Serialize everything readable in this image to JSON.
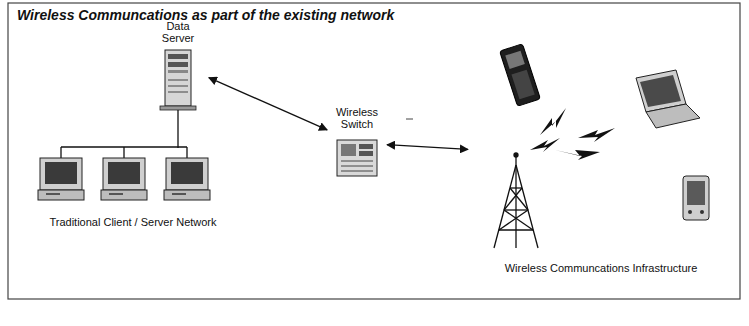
{
  "diagram": {
    "title": "Wireless Communcations as part of the existing network",
    "nodes": [
      {
        "text": [
          "Data Server"
        ]
      },
      {
        "text": [
          "Traditional Client / Server Network"
        ]
      },
      {
        "text": [
          "Wireless Switch"
        ]
      },
      {
        "text": [
          "Wireless Communcations Infrastructure"
        ]
      }
    ],
    "edges": [
      {
        "from": 0,
        "to": 2,
        "arrow": "both"
      },
      {
        "from": 2,
        "to": 3,
        "arrow": "both"
      },
      {
        "from": 0,
        "to": 1,
        "arrow": "none"
      }
    ]
  }
}
